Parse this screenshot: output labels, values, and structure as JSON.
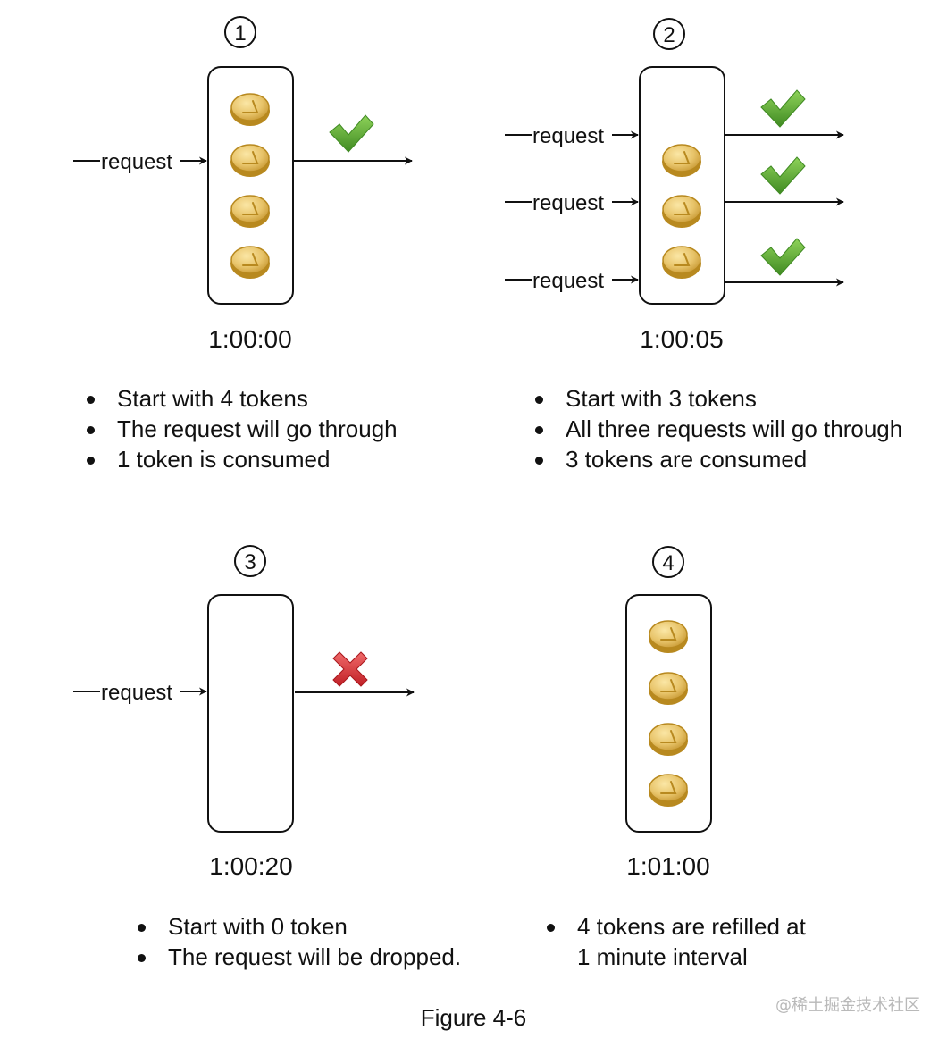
{
  "figure_caption": "Figure 4-6",
  "watermark": "@稀土掘金技术社区",
  "request_label": "request",
  "colors": {
    "coin": "#e8c46a",
    "coin_edge": "#b8891f",
    "check": "#5aa832",
    "cross": "#d9363e",
    "stroke": "#111111"
  },
  "panels": [
    {
      "step": "1",
      "time": "1:00:00",
      "tokens": 4,
      "requests": 1,
      "outcome": "pass",
      "bullets": [
        "Start with 4 tokens",
        "The request will go through",
        "1 token is consumed"
      ]
    },
    {
      "step": "2",
      "time": "1:00:05",
      "tokens": 3,
      "requests": 3,
      "outcome": "pass",
      "bullets": [
        "Start with 3 tokens",
        "All three requests will go through",
        "3 tokens are consumed"
      ]
    },
    {
      "step": "3",
      "time": "1:00:20",
      "tokens": 0,
      "requests": 1,
      "outcome": "drop",
      "bullets": [
        "Start with 0 token",
        "The request will be dropped."
      ]
    },
    {
      "step": "4",
      "time": "1:01:00",
      "tokens": 4,
      "requests": 0,
      "outcome": "none",
      "bullets": [
        "4 tokens are refilled at",
        "1 minute interval"
      ]
    }
  ]
}
